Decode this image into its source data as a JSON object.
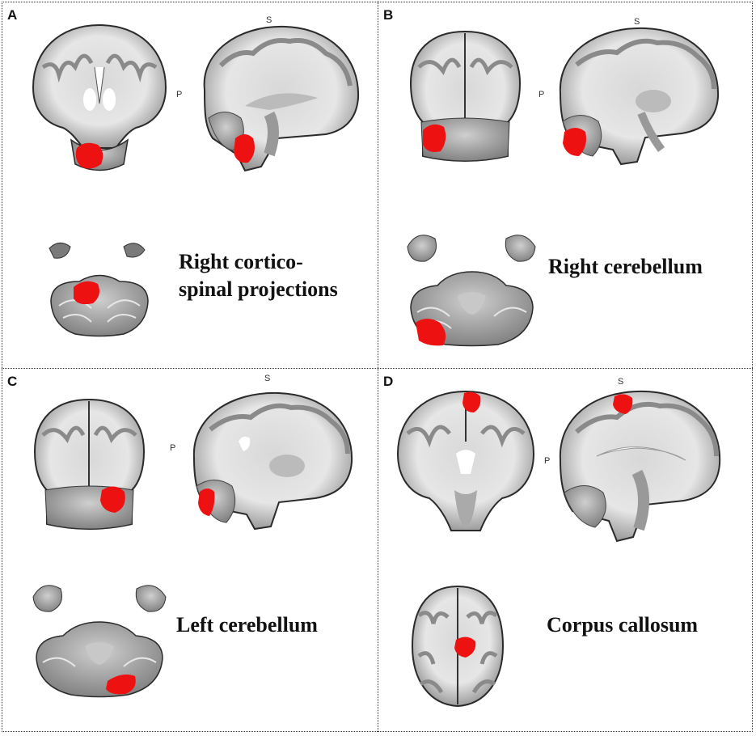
{
  "panels": [
    {
      "letter": "A",
      "caption_lines": [
        "Right cortico-",
        "spinal projections"
      ],
      "orient_s": "S",
      "orient_p": "P"
    },
    {
      "letter": "B",
      "caption_lines": [
        "Right cerebellum"
      ],
      "orient_s": "S",
      "orient_p": "P"
    },
    {
      "letter": "C",
      "caption_lines": [
        "Left cerebellum"
      ],
      "orient_s": "S",
      "orient_p": "P"
    },
    {
      "letter": "D",
      "caption_lines": [
        "Corpus callosum"
      ],
      "orient_s": "S",
      "orient_p": "P"
    }
  ],
  "colors": {
    "lesion": "#ee1111",
    "brain_white": "#e4e4e4",
    "brain_gray": "#8a8a8a",
    "brain_outline": "#2a2a2a",
    "ventricle": "#ffffff"
  }
}
